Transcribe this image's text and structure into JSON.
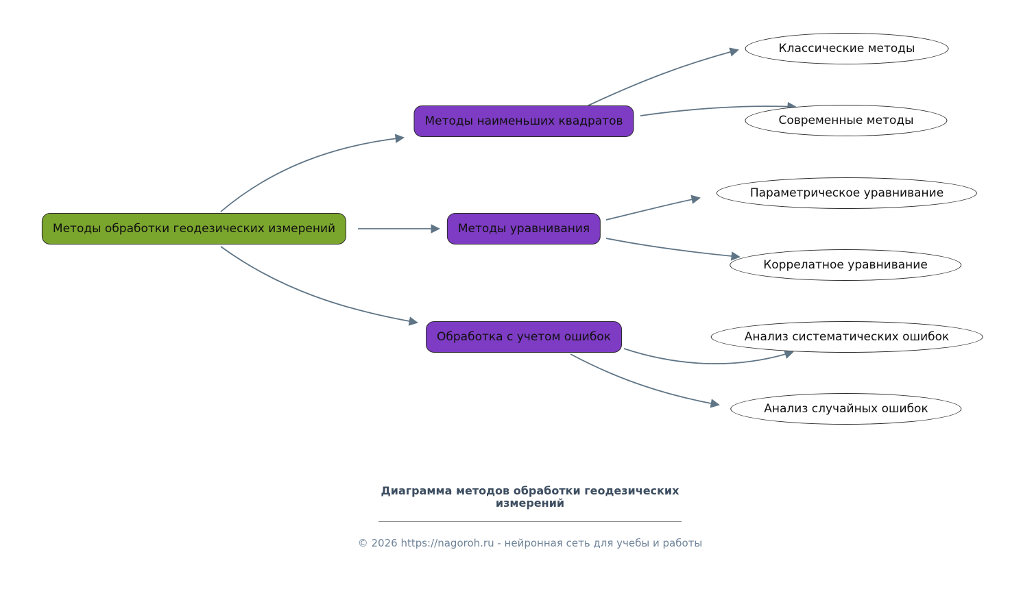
{
  "diagram": {
    "root": {
      "label": "Методы обработки геодезических измерений"
    },
    "branches": [
      {
        "label": "Методы наименьших квадратов"
      },
      {
        "label": "Методы уравнивания"
      },
      {
        "label": "Обработка с учетом ошибок"
      }
    ],
    "leaves": [
      {
        "label": "Классические методы"
      },
      {
        "label": "Современные методы"
      },
      {
        "label": "Параметрическое уравнивание"
      },
      {
        "label": "Коррелатное уравнивание"
      },
      {
        "label": "Анализ систематических ошибок"
      },
      {
        "label": "Анализ случайных ошибок"
      }
    ]
  },
  "footer": {
    "title": "Диаграмма методов обработки геодезических измерений",
    "copyright": "© 2026 https://nagoroh.ru - нейронная сеть для учебы и работы"
  },
  "colors": {
    "background": "#ffffff",
    "root-fill": "#7ba62e",
    "branch-fill": "#7d3cc3",
    "leaf-fill": "#ffffff",
    "node-border": "#2b2b2b",
    "edge-color": "#5f7586",
    "title-color": "#3c4d60",
    "copyright-color": "#6f8399"
  }
}
